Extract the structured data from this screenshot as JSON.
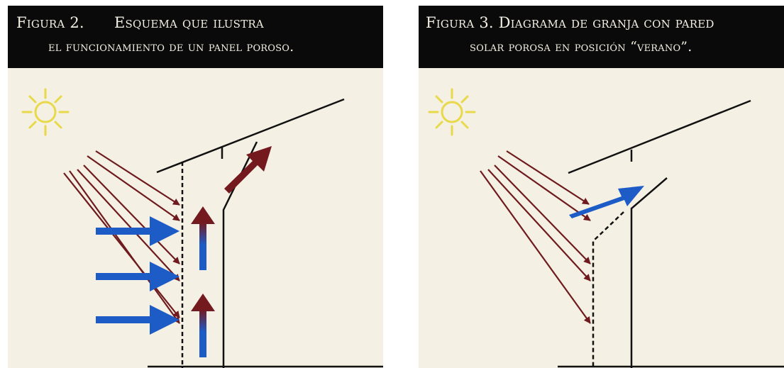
{
  "figure2": {
    "number": "Figura 2.",
    "title_line1": "Esquema que ilustra",
    "title_line2": "el funcionamiento de un panel poroso."
  },
  "figure3": {
    "title_line1": "Figura 3. Diagrama de granja con pared",
    "title_line2": "solar porosa en posición “verano”."
  },
  "colors": {
    "caption_background": "#0a0a0a",
    "caption_text": "#f3efe2",
    "panel_background": "#f4f0e3",
    "structure_line": "#111111",
    "solar_ray": "#6e1a1e",
    "warm_air": "#74191d",
    "cool_air": "#1d5bc6",
    "sun": "#e8d94a"
  },
  "icons": [
    "sun-icon",
    "solar-ray",
    "cool-air-arrow",
    "warm-air-arrow"
  ]
}
